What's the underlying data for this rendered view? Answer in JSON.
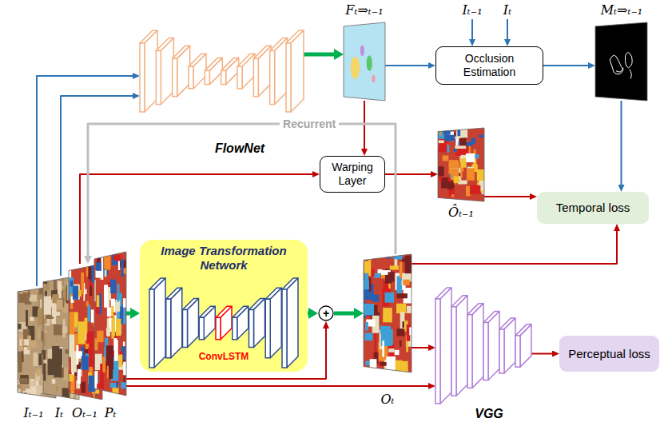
{
  "diagram": {
    "nodes": [
      {
        "text": [
          "FlowNet"
        ]
      },
      {
        "text": [
          "Fₜ⇒ₜ₋₁"
        ]
      },
      {
        "text": [
          "Occlusion Estimation"
        ]
      },
      {
        "text": [
          "Mₜ⇒ₜ₋₁"
        ]
      },
      {
        "text": [
          "Warping Layer"
        ]
      },
      {
        "text": [
          "Ôₜ₋₁"
        ]
      },
      {
        "text": [
          "Temporal loss"
        ]
      },
      {
        "text": [
          "Iₜ₋₁"
        ]
      },
      {
        "text": [
          "Iₜ"
        ]
      },
      {
        "text": [
          "Oₜ₋₁"
        ]
      },
      {
        "text": [
          "Pₜ"
        ]
      },
      {
        "text": [
          "Image Transformation Network",
          "ConvLSTM"
        ]
      },
      {
        "text": [
          "+"
        ]
      },
      {
        "text": [
          "Oₜ"
        ]
      },
      {
        "text": [
          "VGG"
        ]
      },
      {
        "text": [
          "Perceptual loss"
        ]
      }
    ],
    "edges": [
      {
        "from": 7,
        "to": 0,
        "arrow": "to"
      },
      {
        "from": 8,
        "to": 0,
        "arrow": "to"
      },
      {
        "from": 0,
        "to": 1,
        "arrow": "to"
      },
      {
        "from": 1,
        "to": 2,
        "arrow": "to"
      },
      {
        "from": 2,
        "to": 3,
        "arrow": "to"
      },
      {
        "from": 3,
        "to": 6,
        "arrow": "to"
      },
      {
        "from": 1,
        "to": 4,
        "arrow": "to"
      },
      {
        "from": 9,
        "to": 4,
        "arrow": "to"
      },
      {
        "from": 4,
        "to": 5,
        "arrow": "to"
      },
      {
        "from": 5,
        "to": 6,
        "arrow": "to"
      },
      {
        "from": 13,
        "to": 6,
        "arrow": "to"
      },
      {
        "from": 10,
        "to": 11,
        "arrow": "to"
      },
      {
        "from": 11,
        "to": 12,
        "arrow": "to"
      },
      {
        "from": 10,
        "to": 12,
        "arrow": "to"
      },
      {
        "from": 10,
        "to": 14,
        "arrow": "to"
      },
      {
        "from": 12,
        "to": 13,
        "arrow": "to"
      },
      {
        "from": 13,
        "to": 14,
        "arrow": "to"
      },
      {
        "from": 14,
        "to": 15,
        "arrow": "to"
      },
      {
        "from": 13,
        "to": 9,
        "arrow": "to",
        "label": "Recurrent"
      }
    ],
    "labels": [
      "Iₜ₋₁",
      "Iₜ"
    ]
  }
}
